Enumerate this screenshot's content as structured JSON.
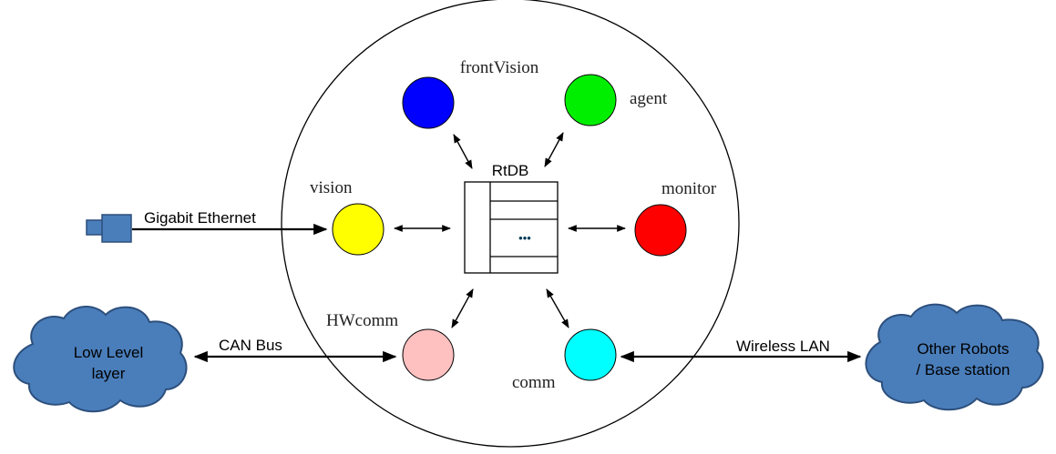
{
  "colors": {
    "frontVision": "#0000ff",
    "agent": "#00ee00",
    "vision": "#ffff00",
    "monitor": "#ff0000",
    "HWcomm": "#ffc0c0",
    "comm": "#00ffff",
    "cloud": "#4a7ebb",
    "camera": "#4a7ebb"
  },
  "nodes": {
    "frontVision": "frontVision",
    "agent": "agent",
    "vision": "vision",
    "monitor": "monitor",
    "HWcomm": "HWcomm",
    "comm": "comm"
  },
  "rtdb": {
    "title": "RtDB",
    "ellipsis": "•••"
  },
  "links": {
    "gigabit": "Gigabit Ethernet",
    "can": "CAN Bus",
    "wireless": "Wireless LAN"
  },
  "clouds": {
    "low_level_line1": "Low Level",
    "low_level_line2": "layer",
    "other_line1": "Other Robots",
    "other_line2": "/ Base station"
  }
}
